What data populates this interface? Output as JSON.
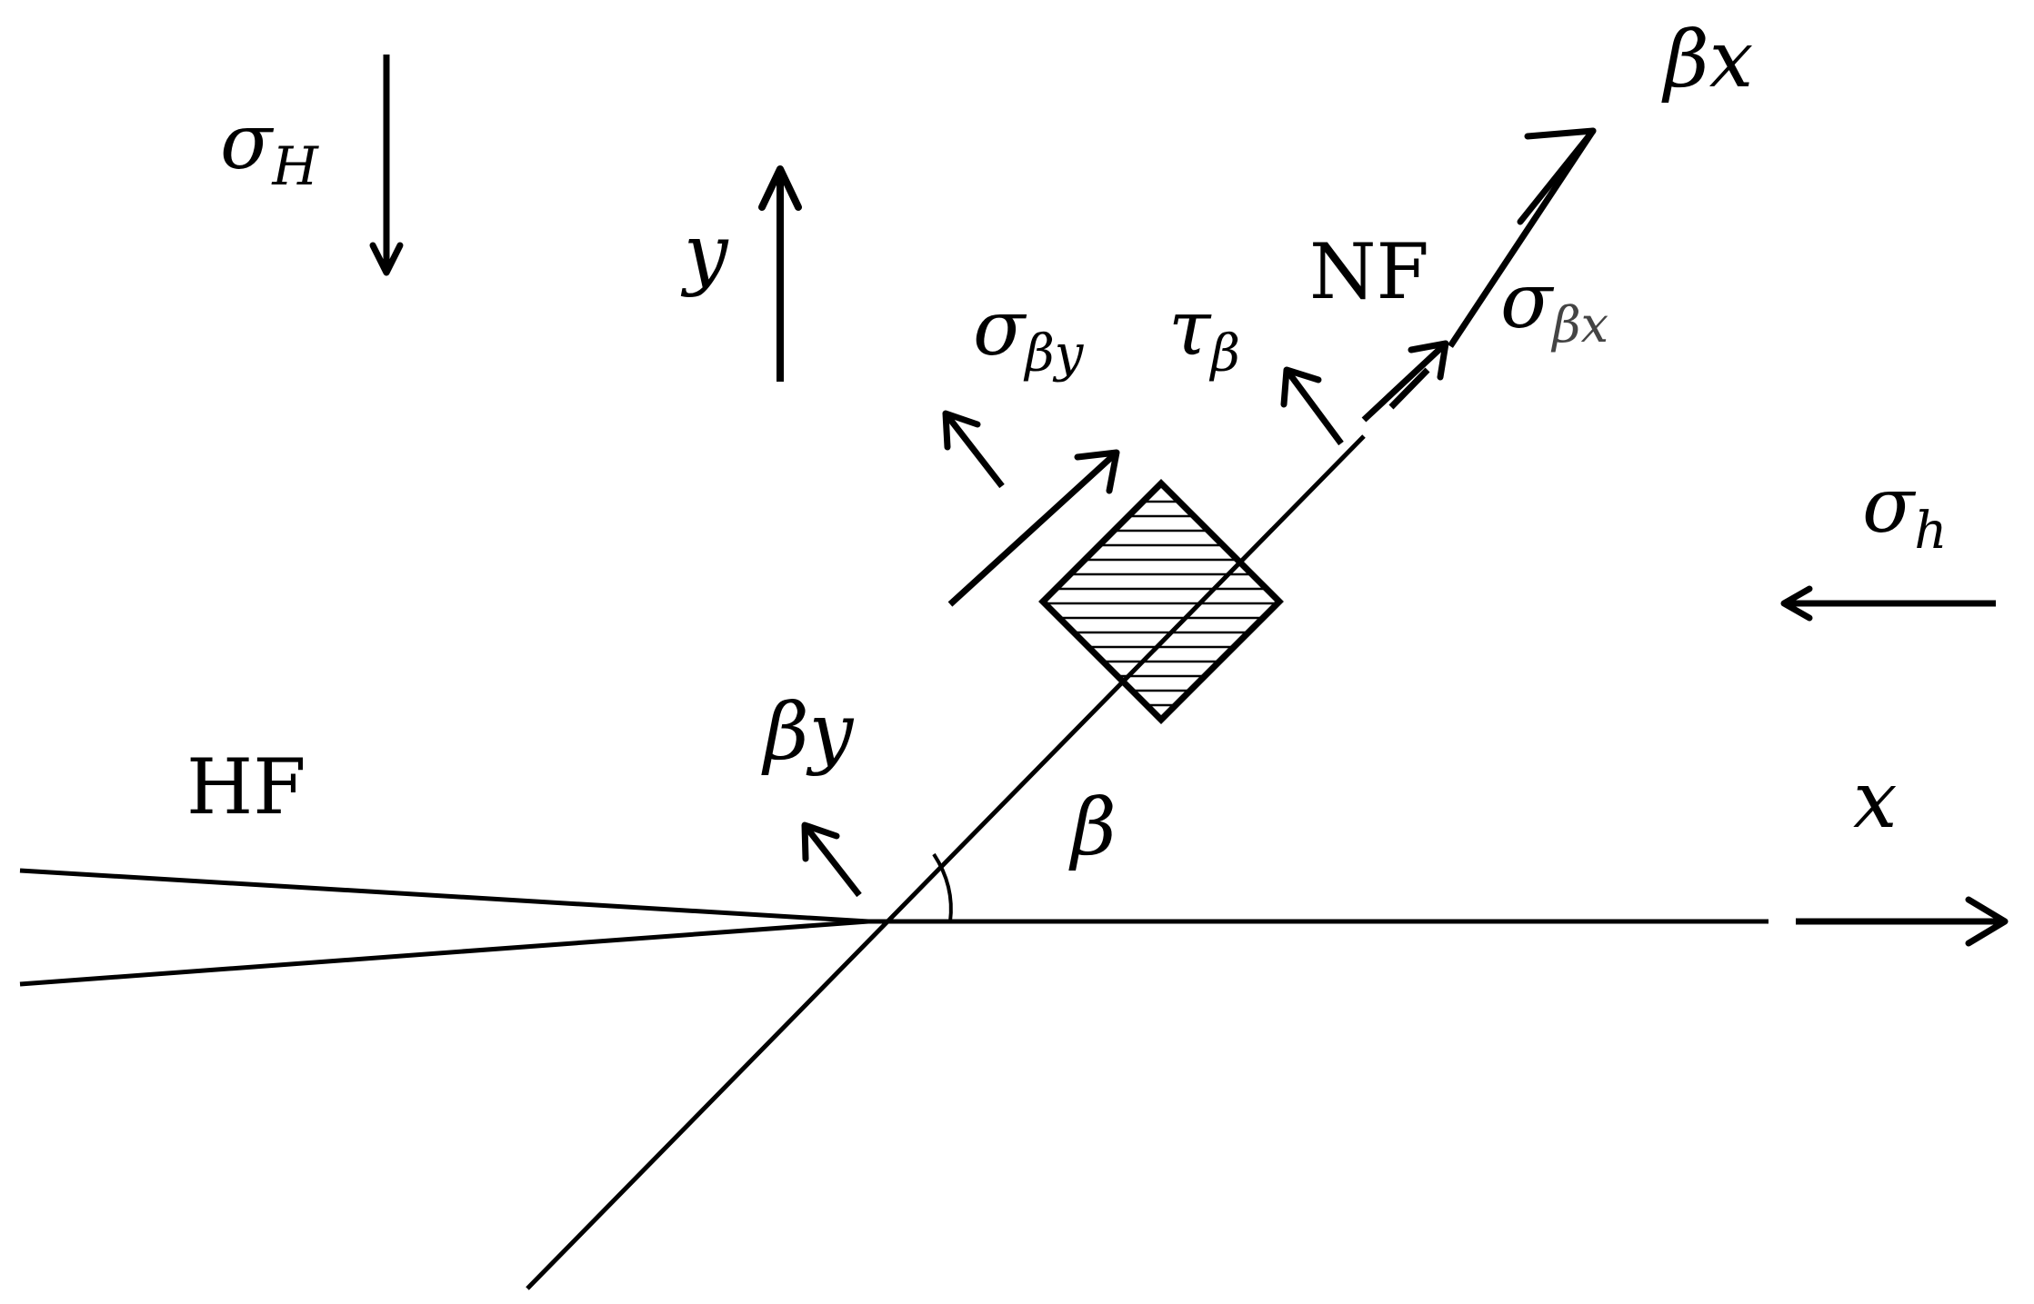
{
  "labels": {
    "sigma_H": {
      "base": "σ",
      "sub": "H"
    },
    "sigma_h": {
      "base": "σ",
      "sub": "h"
    },
    "y_axis": "y",
    "x_axis": "x",
    "beta_x": "βx",
    "beta_y": "βy",
    "beta": "β",
    "NF": "NF",
    "HF": "HF",
    "sigma_beta_y": {
      "base": "σ",
      "sub": "βy"
    },
    "tau_beta": {
      "base": "τ",
      "sub": "β"
    },
    "sigma_beta_x": {
      "base": "σ",
      "sub": "βx"
    }
  },
  "colors": {
    "ink": "#000000",
    "background": "#ffffff"
  }
}
